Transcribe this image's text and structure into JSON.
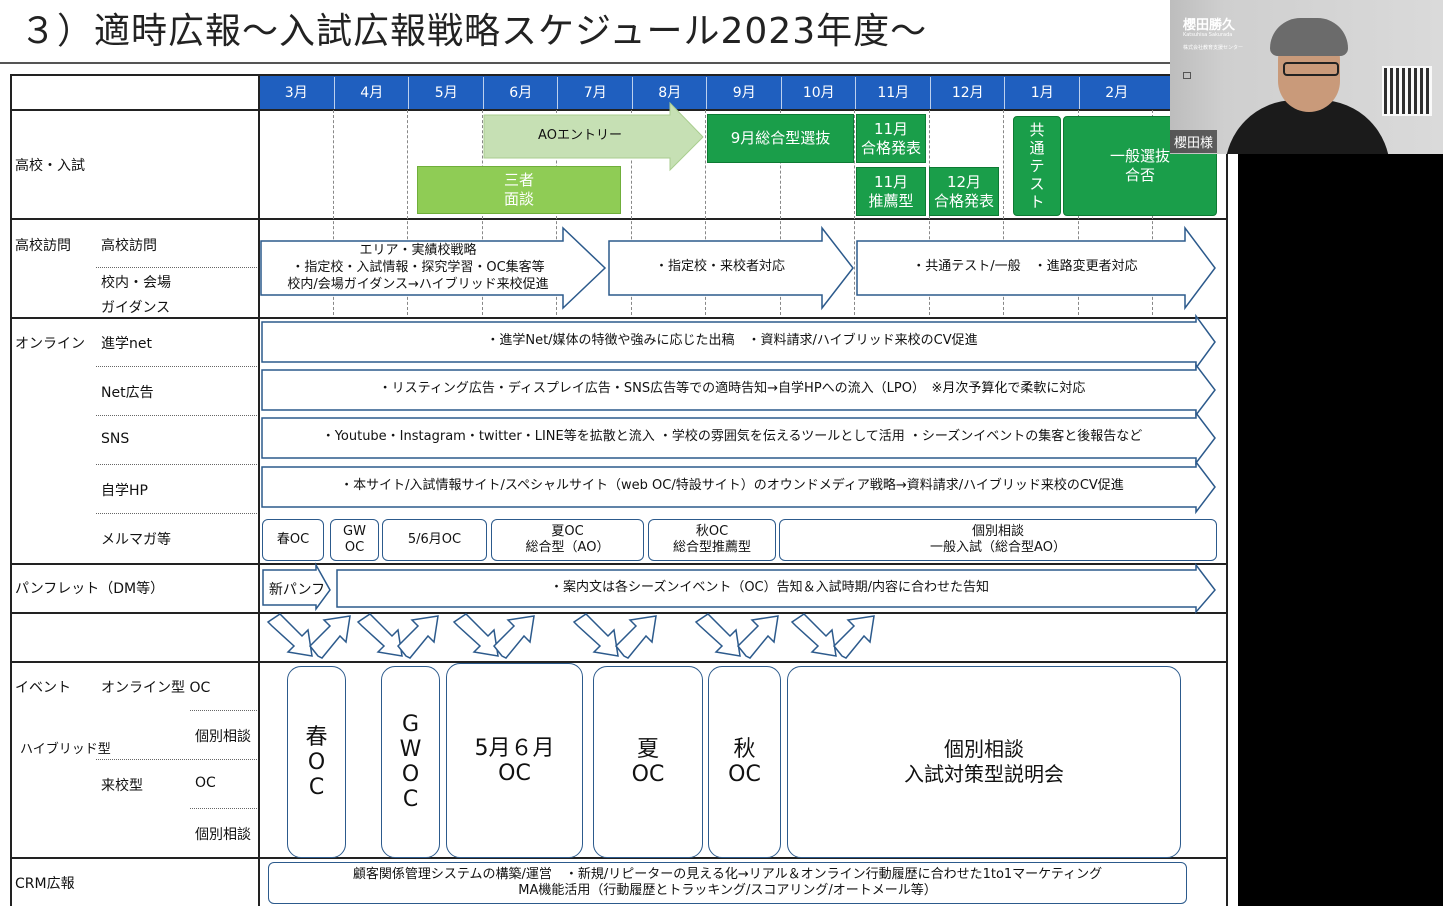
{
  "slide": {
    "title": "３）適時広報～入試広報戦略スケジュール2023年度～"
  },
  "months": [
    "3月",
    "4月",
    "5月",
    "6月",
    "7月",
    "8月",
    "9月",
    "10月",
    "11月",
    "12月",
    "1月",
    "2月"
  ],
  "rows": {
    "koukou_nyushi": "高校・入試",
    "koukou_houmon": "高校訪問",
    "koukou_houmon_sub": "高校訪問",
    "kounai_kaijou": "校内・会場",
    "guidance": "ガイダンス",
    "online": "オンライン",
    "shingaku_net": "進学net",
    "net_koukoku": "Net広告",
    "sns": "SNS",
    "jigaku_hp": "自学HP",
    "merumaga": "メルマガ等",
    "pamphlet": "パンフレット（DM等）",
    "event": "イベント",
    "online_oc": "オンライン型 OC",
    "kobetsu1": "個別相談",
    "hybrid": "ハイブリッド型",
    "raikou": "来校型",
    "oc": "OC",
    "kobetsu2": "個別相談",
    "crm": "CRM広報"
  },
  "nyushi": {
    "ao_entry": "AOエントリー",
    "sogo_9": "9月総合型選抜",
    "happyo_11a": "11月",
    "happyo_11b": "合格発表",
    "sansha_a": "三者",
    "sansha_b": "面談",
    "suisen_11a": "11月",
    "suisen_11b": "推薦型",
    "happyo_12a": "12月",
    "happyo_12b": "合格発表",
    "kyotsu": [
      "共",
      "通",
      "テ",
      "ス",
      "ト"
    ],
    "ippan_a": "一般選抜",
    "ippan_b": "合否"
  },
  "visit_arrows": {
    "a1_l1": "エリア・実績校戦略",
    "a1_l2": "・指定校・入試情報・探究学習・OC集客等",
    "a1_l3": "校内/会場ガイダンス→ハイブリッド来校促進",
    "a2": "・指定校・来校者対応",
    "a3": "・共通テスト/一般　・進路変更者対応"
  },
  "online_arrows": {
    "shingaku": "・進学Net/媒体の特徴や強みに応じた出稿　・資料請求/ハイブリッド来校のCV促進",
    "netad": "・リスティング広告・ディスプレイ広告・SNS広告等での適時告知→自学HPへの流入（LPO）　※月次予算化で柔軟に対応",
    "sns": "・Youtube・Instagram・twitter・LINE等を拡散と流入 ・学校の雰囲気を伝えるツールとして活用 ・シーズンイベントの集客と後報告など",
    "hp": "・本サイト/入試情報サイト/スペシャルサイト（web OC/特設サイト）のオウンドメディア戦略→資料請求/ハイブリッド来校のCV促進"
  },
  "mail_boxes": {
    "haru": "春OC",
    "gw_a": "GW",
    "gw_b": "OC",
    "may_june": "5/6月OC",
    "natsu_a": "夏OC",
    "natsu_b": "総合型（AO）",
    "aki_a": "秋OC",
    "aki_b": "総合型推薦型",
    "kobetsu_a": "個別相談",
    "kobetsu_b": "一般入試（総合型AO）"
  },
  "pamphlet": {
    "new": "新パンフ",
    "arrow": "・案内文は各シーズンイベント（OC）告知＆入試時期/内容に合わせた告知"
  },
  "events": {
    "haru": [
      "春",
      "O",
      "C"
    ],
    "gw": [
      "G",
      "W",
      "O",
      "C"
    ],
    "may_june_a": "5月６月",
    "may_june_b": "OC",
    "natsu_a": "夏",
    "natsu_b": "OC",
    "aki_a": "秋",
    "aki_b": "OC",
    "kobetsu_a": "個別相談",
    "kobetsu_b": "入試対策型説明会"
  },
  "crm": {
    "line1": "顧客関係管理システムの構築/運営　・新規/リピーターの見える化→リアル＆オンライン行動履歴に合わせた1to1マーケティング",
    "line2": "MA機能活用（行動履歴とトラッキング/スコアリング/オートメール等）"
  },
  "presenter": {
    "name_jp": "櫻田勝久",
    "name_en": "Katsuhisa Sakurada",
    "org": "株式会社教育支援センター",
    "tag": "櫻田様"
  },
  "colors": {
    "month_header": "#1f5fbf",
    "dark_green": "#1a9e4a",
    "light_green": "#8fcc55",
    "arrow_stroke": "#2c5a8c"
  }
}
